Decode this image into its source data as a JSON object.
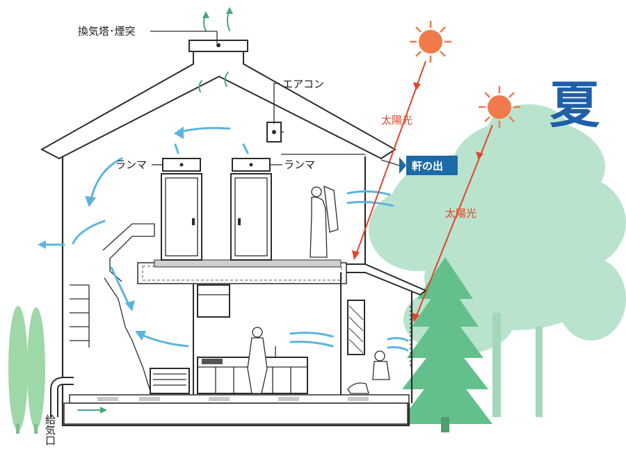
{
  "labels": {
    "chimney": "換気塔･煙突",
    "aircon": "エアコン",
    "transom_left": "ランマ",
    "transom_right": "ランマ",
    "eaves": "軒の出",
    "sunlight_1": "太陽光",
    "sunlight_2": "太陽光",
    "air_intake": "給気口"
  },
  "season": "夏",
  "colors": {
    "sun": "#f07a4c",
    "sun_ray": "#e0452a",
    "wind": "#5ab4e0",
    "tree": "#a8dcc0",
    "conifer": "#5fbf85",
    "season_text": "#1f5fa8",
    "eaves_badge": "#1c6aa8"
  }
}
